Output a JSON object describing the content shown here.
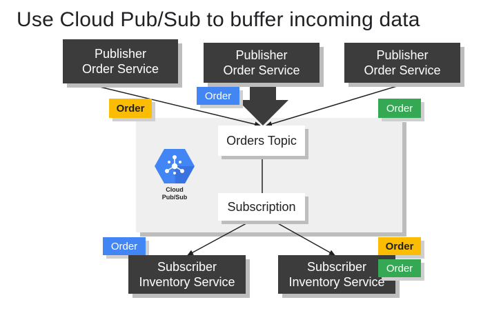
{
  "title": "Use Cloud Pub/Sub to buffer incoming data",
  "publishers": [
    {
      "line1": "Publisher",
      "line2": "Order Service"
    },
    {
      "line1": "Publisher",
      "line2": "Order Service"
    },
    {
      "line1": "Publisher",
      "line2": "Order Service"
    }
  ],
  "topic": "Orders Topic",
  "subscription": "Subscription",
  "logo": {
    "line1": "Cloud",
    "line2": "Pub/Sub",
    "icon": "pubsub-hexagon-icon"
  },
  "subscribers": [
    {
      "line1": "Subscriber",
      "line2": "Inventory Service"
    },
    {
      "line1": "Subscriber",
      "line2": "Inventory Service"
    }
  ],
  "badges": {
    "top_left_yellow": "Order",
    "top_blue": "Order",
    "top_right_green": "Order",
    "bottom_left_blue": "Order",
    "bottom_right_yellow": "Order",
    "bottom_right_green": "Order"
  },
  "colors": {
    "box_dark": "#3c3c3c",
    "blue": "#4285f4",
    "yellow": "#fbbc04",
    "green": "#34a853",
    "panel": "#efefef"
  }
}
